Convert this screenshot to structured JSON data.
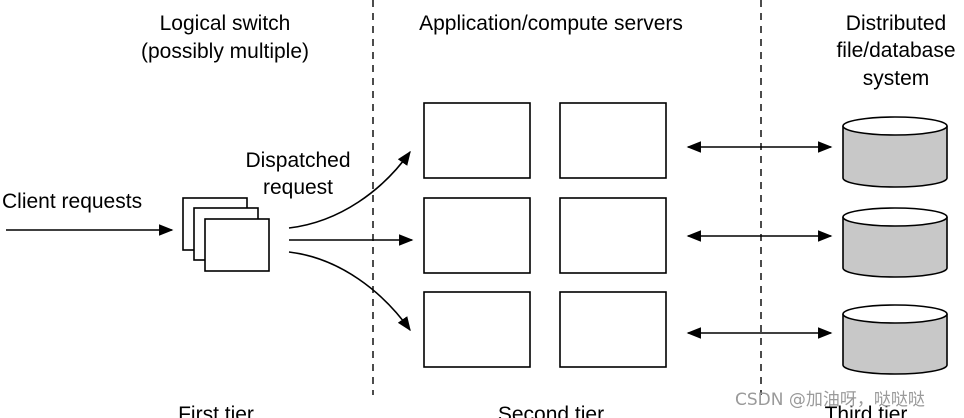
{
  "headers": {
    "first_tier_line1": "Logical switch",
    "first_tier_line2": "(possibly multiple)",
    "second_tier": "Application/compute servers",
    "third_tier_line1": "Distributed",
    "third_tier_line2": "file/database",
    "third_tier_line3": "system"
  },
  "labels": {
    "client_requests": "Client requests",
    "dispatched_line1": "Dispatched",
    "dispatched_line2": "request"
  },
  "tiers": {
    "first": "First tier",
    "second": "Second tier",
    "third": "Third tier"
  },
  "watermark": "CSDN @加油呀，哒哒哒",
  "colors": {
    "database_fill": "#c8c8c8",
    "line": "#000000"
  }
}
